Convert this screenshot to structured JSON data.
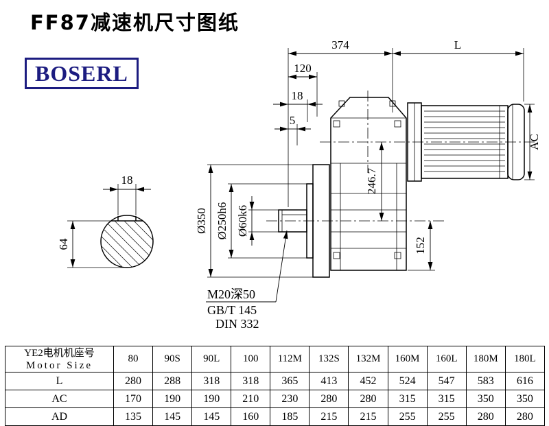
{
  "page": {
    "title": "FF87减速机尺寸图纸",
    "brand": "BOSERL"
  },
  "drawing": {
    "dimensions": {
      "overall_width": "374",
      "motor_length": "L",
      "flange_to_housing": "120",
      "flange_thickness": "18",
      "spigot_depth": "5",
      "axis_height": "246.7",
      "motor_diameter": "AC",
      "bottom_height": "152",
      "flange_od": "Ø350",
      "spigot_dia": "Ø250h6",
      "shaft_dia": "Ø60k6",
      "key_width": "18",
      "shaft_flat_height": "64"
    },
    "notes": {
      "tapped_hole": "M20深50",
      "standard_1": "GB/T 145",
      "standard_2": "DIN 332"
    }
  },
  "table": {
    "row_header_cn": "YE2电机机座号",
    "row_header_en": "Motor Size",
    "columns": [
      "80",
      "90S",
      "90L",
      "100",
      "112M",
      "132S",
      "132M",
      "160M",
      "160L",
      "180M",
      "180L"
    ],
    "rows": [
      {
        "label": "L",
        "values": [
          "280",
          "288",
          "318",
          "318",
          "365",
          "413",
          "452",
          "524",
          "547",
          "583",
          "616"
        ]
      },
      {
        "label": "AC",
        "values": [
          "170",
          "190",
          "190",
          "210",
          "230",
          "280",
          "280",
          "315",
          "315",
          "350",
          "350"
        ]
      },
      {
        "label": "AD",
        "values": [
          "135",
          "145",
          "145",
          "160",
          "185",
          "215",
          "215",
          "255",
          "255",
          "280",
          "280"
        ]
      }
    ]
  }
}
